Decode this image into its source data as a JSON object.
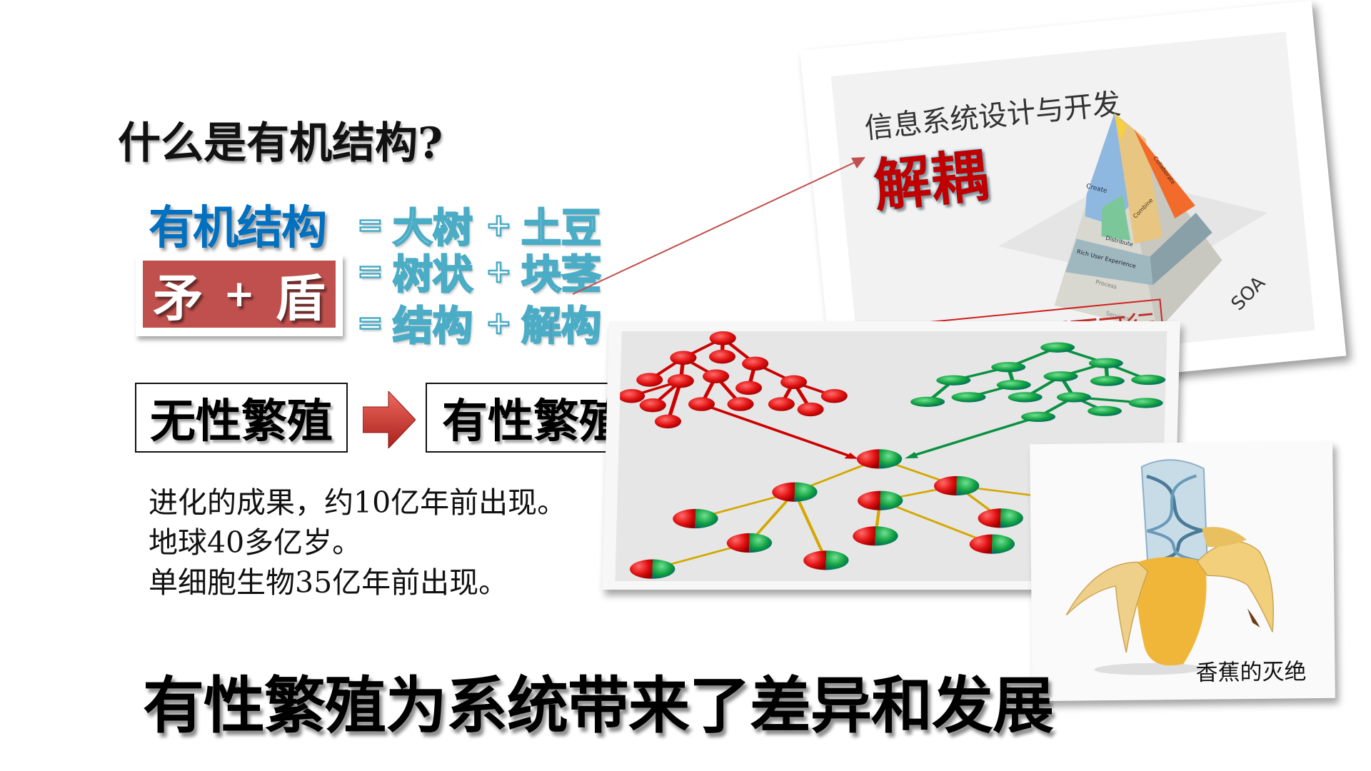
{
  "title": "什么是有机结构?",
  "organic_label": "有机结构",
  "contradiction": {
    "left": "矛",
    "plus": "+",
    "right": "盾"
  },
  "equations": [
    {
      "eq": "=",
      "a": "大树",
      "plus": "+",
      "b": "土豆"
    },
    {
      "eq": "=",
      "a": "树状",
      "plus": "+",
      "b": "块茎"
    },
    {
      "eq": "=",
      "a": "结构",
      "plus": "+",
      "b_red": "解",
      "b_rest": "构"
    }
  ],
  "reproduction": {
    "from": "无性繁殖",
    "to": "有性繁殖"
  },
  "body_lines": [
    "进化的成果，约10亿年前出现。",
    "地球40多亿岁。",
    "单细胞生物35亿年前出现。"
  ],
  "bottom_statement": "有性繁殖为系统带来了差异和发展",
  "slide_card": {
    "title": "信息系统设计与开发",
    "highlight": "解耦",
    "caption": "SOA因解耦而可行",
    "axis_label": "SOA",
    "pyramid_labels": {
      "create": "Create",
      "combine": "Combine",
      "collaborate": "Collaborate",
      "distribute": "Distribute",
      "rux": "Rich User Experience",
      "process": "Process",
      "services": "Services"
    }
  },
  "banana_caption": "香蕉的灭绝",
  "colors": {
    "blue": "#0070c0",
    "teal_outline": "#4bacc6",
    "red": "#c00000",
    "box_red": "#c0504d",
    "node_red": "#e01010",
    "node_green": "#10a040",
    "edge_yellow": "#d4a800"
  }
}
